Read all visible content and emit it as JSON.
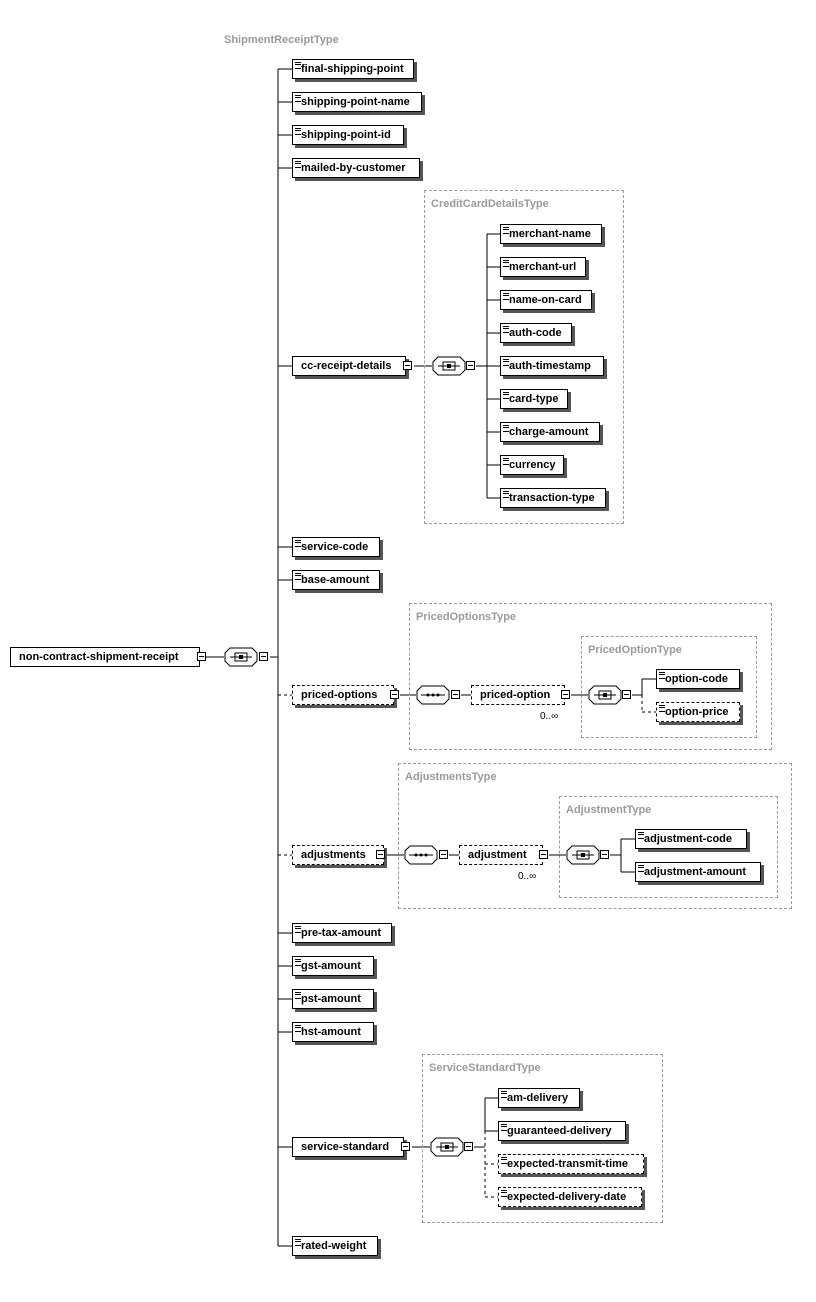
{
  "root": {
    "label": "non-contract-shipment-receipt"
  },
  "types": {
    "shipment_receipt": "ShipmentReceiptType",
    "credit_card_details": "CreditCardDetailsType",
    "priced_options": "PricedOptionsType",
    "priced_option": "PricedOptionType",
    "adjustments": "AdjustmentsType",
    "adjustment": "AdjustmentType",
    "service_standard": "ServiceStandardType"
  },
  "elements": {
    "final_shipping_point": "final-shipping-point",
    "shipping_point_name": "shipping-point-name",
    "shipping_point_id": "shipping-point-id",
    "mailed_by_customer": "mailed-by-customer",
    "cc_receipt_details": "cc-receipt-details",
    "service_code": "service-code",
    "base_amount": "base-amount",
    "priced_options": "priced-options",
    "adjustments": "adjustments",
    "pre_tax_amount": "pre-tax-amount",
    "gst_amount": "gst-amount",
    "pst_amount": "pst-amount",
    "hst_amount": "hst-amount",
    "service_standard": "service-standard",
    "rated_weight": "rated-weight"
  },
  "cc_children": {
    "merchant_name": "merchant-name",
    "merchant_url": "merchant-url",
    "name_on_card": "name-on-card",
    "auth_code": "auth-code",
    "auth_timestamp": "auth-timestamp",
    "card_type": "card-type",
    "charge_amount": "charge-amount",
    "currency": "currency",
    "transaction_type": "transaction-type"
  },
  "priced_option": {
    "label": "priced-option",
    "cardinality": "0..∞"
  },
  "priced_option_children": {
    "option_code": "option-code",
    "option_price": "option-price"
  },
  "adjustment": {
    "label": "adjustment",
    "cardinality": "0..∞"
  },
  "adjustment_children": {
    "adjustment_code": "adjustment-code",
    "adjustment_amount": "adjustment-amount"
  },
  "service_standard_children": {
    "am_delivery": "am-delivery",
    "guaranteed_delivery": "guaranteed-delivery",
    "expected_transmit_time": "expected-transmit-time",
    "expected_delivery_date": "expected-delivery-date"
  },
  "colors": {
    "type_fill": "#fafac3",
    "type_border": "#9a9a9a",
    "line": "#000000"
  }
}
